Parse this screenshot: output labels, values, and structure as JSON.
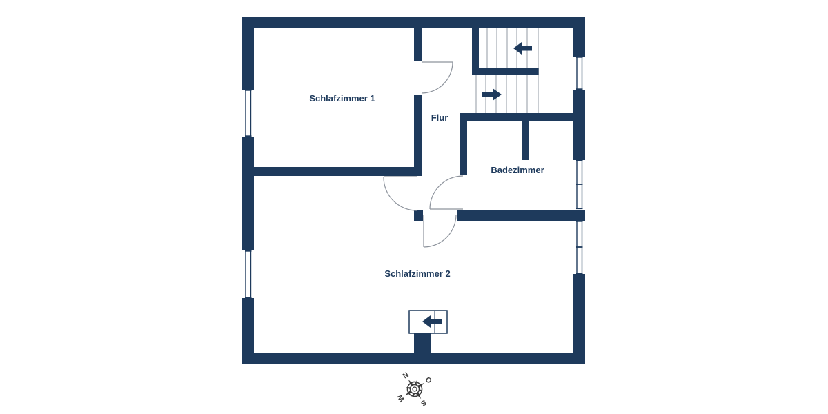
{
  "colors": {
    "wall": "#1e3a5c",
    "arc": "#8d939c",
    "tread": "#9099a3",
    "compass": "#3d3d3d",
    "bg": "#ffffff"
  },
  "rooms": {
    "schlafzimmer1": {
      "label": "Schlafzimmer 1"
    },
    "flur": {
      "label": "Flur"
    },
    "badezimmer": {
      "label": "Badezimmer"
    },
    "schlafzimmer2": {
      "label": "Schlafzimmer 2"
    }
  },
  "stairs": {
    "upper_run_arrow": "left",
    "lower_run_arrow": "right",
    "entry_arrow": "left"
  },
  "compass": {
    "north": "N",
    "east": "O",
    "south": "S",
    "west": "W"
  }
}
